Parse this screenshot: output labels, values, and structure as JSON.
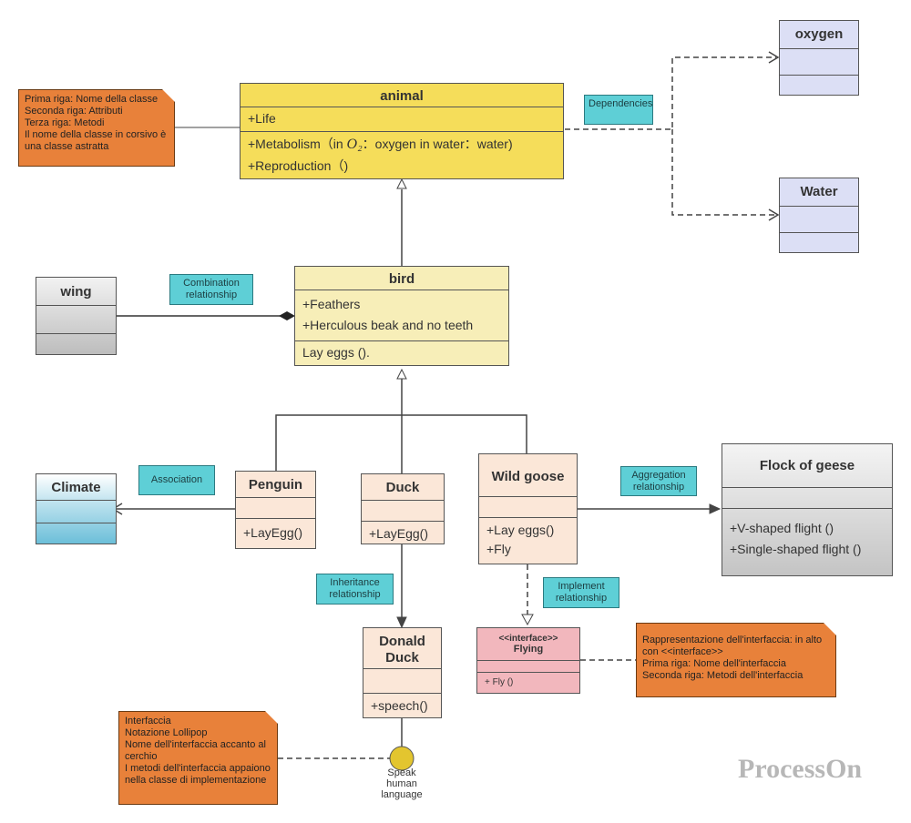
{
  "classes": {
    "animal": {
      "title": "animal",
      "attr": "+Life",
      "method1_prefix": "+Metabolism（in ",
      "method1_formula": "O₂",
      "method1_suffix": "：oxygen in water：water)",
      "method2": "+Reproduction（)"
    },
    "oxygen": {
      "title": "oxygen"
    },
    "water": {
      "title": "Water"
    },
    "bird": {
      "title": "bird",
      "attr1": "+Feathers",
      "attr2": "+Herculous beak and no teeth",
      "method": "Lay eggs ()."
    },
    "wing": {
      "title": "wing"
    },
    "climate": {
      "title": "Climate"
    },
    "penguin": {
      "title": "Penguin",
      "method": "+LayEgg()"
    },
    "duck": {
      "title": "Duck",
      "method": "+LayEgg()"
    },
    "wild_goose": {
      "title": "Wild goose",
      "method1": "+Lay eggs()",
      "method2": "+Fly"
    },
    "flock": {
      "title": "Flock of geese",
      "method1": "+V-shaped flight ()",
      "method2": "+Single-shaped flight ()"
    },
    "donald": {
      "title_line1": "Donald",
      "title_line2": "Duck",
      "method": "+speech()"
    },
    "flying": {
      "stereotype": "<<interface>>",
      "title": "Flying",
      "method": "+ Fly ()"
    }
  },
  "notes": {
    "class_rows": [
      "Prima riga: Nome della classe",
      "Seconda riga: Attributi",
      "Terza riga: Metodi",
      "Il nome della classe in corsivo è una classe astratta"
    ],
    "interface_rows": [
      "Rappresentazione dell'interfaccia: in alto con <<interface>>",
      "Prima riga: Nome dell'interfaccia",
      "Seconda riga: Metodi dell'interfaccia"
    ],
    "lollipop_rows": [
      "Interfaccia",
      "Notazione Lollipop",
      "Nome dell'interfaccia accanto al cerchio",
      "I metodi dell'interfaccia appaiono nella classe di implementazione"
    ]
  },
  "tags": {
    "dependencies": "Dependencies",
    "combination": "Combination relationship",
    "association": "Association",
    "aggregation": "Aggregation relationship",
    "inheritance": "Inheritance relationship",
    "implement": "Implement relationship"
  },
  "lollipop_label": "Speak human language",
  "watermark": "ProcessOn",
  "colors": {
    "animal": "#f5dd5a",
    "bird": "#f7eeb8",
    "peach": "#fbe7d8",
    "lavender": "#dcdff5",
    "interface": "#f2b7bd",
    "note": "#e8813a",
    "tag": "#5ecfd6"
  }
}
